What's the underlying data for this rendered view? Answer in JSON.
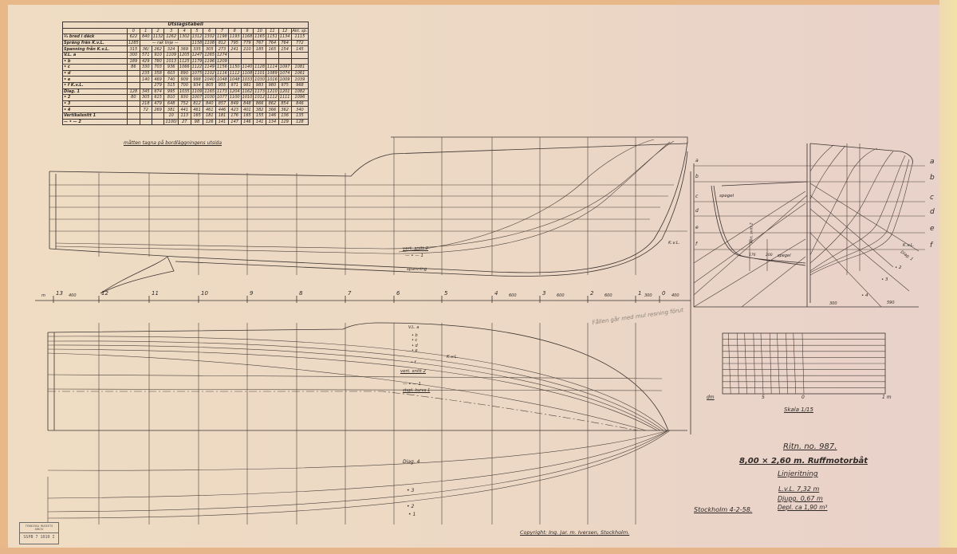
{
  "offset_table": {
    "title": "Utslagstabell",
    "columns": [
      "0",
      "1",
      "2",
      "3",
      "4",
      "5",
      "6",
      "7",
      "8",
      "9",
      "10",
      "11",
      "12",
      "Akt. sp."
    ],
    "rows": [
      {
        "label": "½ bred i däck",
        "values": [
          "622",
          "840",
          "1132",
          "1262",
          "1302",
          "1312",
          "1302",
          "1198",
          "1193",
          "1168",
          "1165",
          "1151",
          "1134",
          "1115"
        ]
      },
      {
        "label": "Språng från K.v.L.",
        "values": [
          "1285",
          "— rak linje —",
          "",
          "",
          "",
          "1158",
          "1108",
          "812",
          "795",
          "779",
          "767",
          "764",
          "764",
          "772"
        ]
      },
      {
        "label": "Spanning från K.v.L.",
        "values": [
          "315",
          "36/",
          "262",
          "324",
          "369",
          "335",
          "305",
          "273",
          "241",
          "210",
          "185",
          "165",
          "154",
          "145"
        ]
      },
      {
        "label": "V.L.  a",
        "values": [
          "300",
          "571",
          "910",
          "1109",
          "1205",
          "1247",
          "1265",
          "1274",
          "",
          "",
          "",
          "",
          "",
          ""
        ]
      },
      {
        "label": "•  b",
        "values": [
          "189",
          "429",
          "780",
          "1013",
          "1125",
          "1179",
          "1196",
          "1209",
          "",
          "",
          "",
          "",
          "",
          ""
        ]
      },
      {
        "label": "•  c",
        "values": [
          "86",
          "330",
          "703",
          "936",
          "1066",
          "1122",
          "1149",
          "1156",
          "1150",
          "1140",
          "1128",
          "1114",
          "1097",
          "1081"
        ]
      },
      {
        "label": "•  d",
        "values": [
          "",
          "235",
          "358",
          "603",
          "890",
          "1075",
          "1102",
          "1116",
          "1112",
          "1108",
          "1101",
          "1089",
          "1074",
          "1061"
        ]
      },
      {
        "label": "•  e",
        "values": [
          "",
          "140",
          "469",
          "740",
          "909",
          "998",
          "1040",
          "1048",
          "1048",
          "1033",
          "1030",
          "1016",
          "1009",
          "1039"
        ]
      },
      {
        "label": "•  f  K.v.L.",
        "values": [
          "",
          "",
          "279",
          "515",
          "700",
          "934",
          "905",
          "955",
          "971",
          "981",
          "983",
          "980",
          "975",
          "968"
        ]
      },
      {
        "label": "Diag.  1",
        "values": [
          "128",
          "345",
          "674",
          "995",
          "1035",
          "1109",
          "1165",
          "1173",
          "1204",
          "1162",
          "1173",
          "1210",
          "1201",
          "1082"
        ]
      },
      {
        "label": "•  2",
        "values": [
          "80",
          "305",
          "615",
          "810",
          "930",
          "1007",
          "1030",
          "1077",
          "1100",
          "1010",
          "1012",
          "1112",
          "1111",
          "1096"
        ]
      },
      {
        "label": "•  3",
        "values": [
          "",
          "218",
          "479",
          "648",
          "752",
          "812",
          "840",
          "857",
          "849",
          "848",
          "866",
          "862",
          "854",
          "846"
        ]
      },
      {
        "label": "•  4",
        "values": [
          "",
          "72",
          "269",
          "381",
          "441",
          "461",
          "461",
          "446",
          "423",
          "401",
          "382",
          "366",
          "362",
          "340"
        ]
      },
      {
        "label": "Vertikalsnitt  1",
        "values": [
          "",
          "",
          "",
          "10",
          "113",
          "165",
          "181",
          "181",
          "176",
          "165",
          "155",
          "146",
          "136",
          "135"
        ]
      },
      {
        "label": "— • —  2",
        "values": [
          "",
          "",
          "",
          "1100/",
          "27",
          "98",
          "126",
          "141",
          "147",
          "146",
          "141",
          "134",
          "129",
          "128"
        ]
      }
    ],
    "note": "måtten tagna på bordläggningens utsida"
  },
  "profile": {
    "labels": {
      "vert_snitt": "vert. snitt 2",
      "vert_snitt_1": "— • — 1",
      "spanning": "spanning",
      "kvl": "K.v.L."
    },
    "stations": [
      "13",
      "12",
      "11",
      "10",
      "9",
      "8",
      "7",
      "6",
      "5",
      "4",
      "3",
      "2",
      "1",
      "0"
    ],
    "spacings": [
      {
        "label": "400",
        "after": "13"
      },
      {
        "label": "600",
        "after": "4"
      },
      {
        "label": "600",
        "after": "3"
      },
      {
        "label": "600",
        "after": "2"
      },
      {
        "label": "300",
        "after": "1"
      },
      {
        "label": "400",
        "after": "0"
      }
    ],
    "end_mark": "m"
  },
  "plan": {
    "waterlines": [
      "V.L. a",
      "• b",
      "• c",
      "• d",
      "• e",
      "• f"
    ],
    "kvl": "K.v.L.",
    "vert_snitt_2": "vert. snitt 2",
    "vert_snitt_1": "— • — 1",
    "diagonals": [
      "Diag. 4",
      "• 3",
      "• 2",
      "• 1"
    ],
    "stapl_kurva": "stapl. kurva 1",
    "pencil_note": "Fållen går med mul resning förut"
  },
  "body_plan": {
    "waterline_letters": [
      "a",
      "b",
      "c",
      "d",
      "e",
      "f"
    ],
    "spegel": "spegel",
    "spegel_lower": "spegel",
    "kvl": "K.v.L.",
    "diag": "Diag. 1",
    "diag_marks": [
      "• 2",
      "• 3",
      "• 4"
    ],
    "dims": [
      "300",
      "590",
      "176",
      "200"
    ],
    "vert_snitt": "Vert. snitt 2"
  },
  "scale_bar": {
    "left_unit": "dm",
    "mid": "5",
    "zero": "0",
    "right": "1 m",
    "caption": "Skala 1/15"
  },
  "title_block": {
    "drawing_no": "Ritn. no. 987.",
    "boat": "8,00 × 2,60 m. Ruffmotorbåt",
    "drawing_type": "Linjeritning",
    "lvl": "L.v.L.   7,32 m",
    "draft": "Djupg.   0,67 m",
    "displacement": "Depl. ca 1,90 m³",
    "place_date": "Stockholm  4-2-58.",
    "copyright": "Copyright: Ing. Jar. m. Iversen, Stockholm."
  },
  "stamp": {
    "line1": "TEKNISKA MUSEETS ARKIV",
    "line2": "SSPB 7 1010 I"
  }
}
